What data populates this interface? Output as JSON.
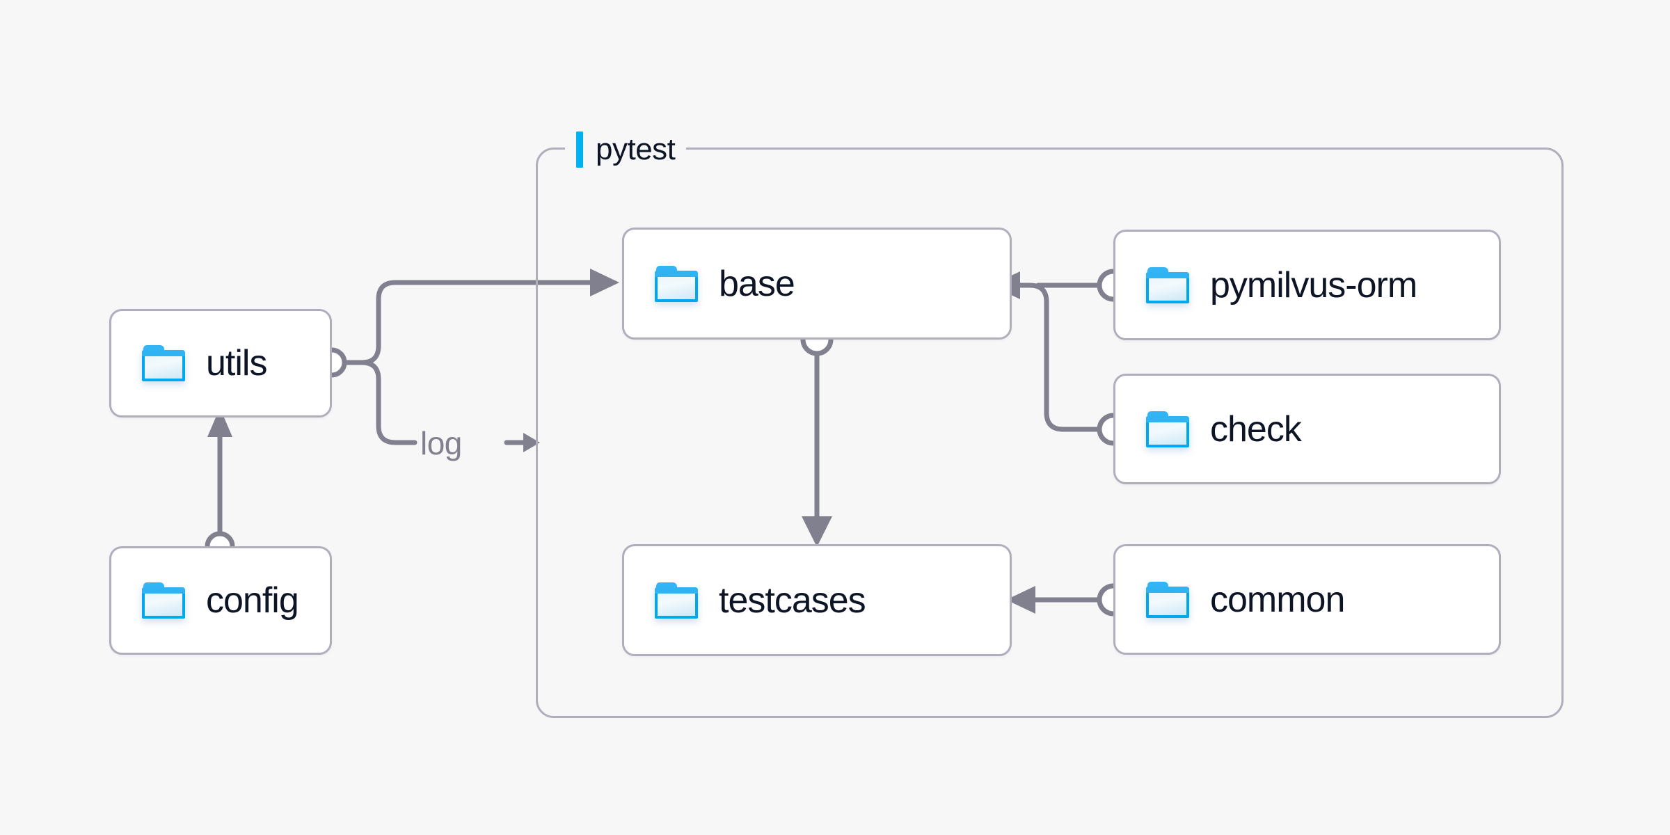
{
  "canvas": {
    "background_color": "#f7f7f8",
    "edge_color": "#80808f",
    "node_border_color": "#b0aebd",
    "node_fill_color": "#ffffff",
    "text_color": "#0d1426",
    "accent_color": "#00b2f0",
    "folder_icon_color": "#00a8f0"
  },
  "group": {
    "label": "pytest",
    "accent_bar": "accent-bar"
  },
  "nodes": [
    {
      "id": "utils",
      "label": "utils",
      "icon": "folder-icon"
    },
    {
      "id": "config",
      "label": "config",
      "icon": "folder-icon"
    },
    {
      "id": "base",
      "label": "base",
      "icon": "folder-icon"
    },
    {
      "id": "testcases",
      "label": "testcases",
      "icon": "folder-icon"
    },
    {
      "id": "pymilvus-orm",
      "label": "pymilvus-orm",
      "icon": "folder-icon"
    },
    {
      "id": "check",
      "label": "check",
      "icon": "folder-icon"
    },
    {
      "id": "common",
      "label": "common",
      "icon": "folder-icon"
    }
  ],
  "edges": [
    {
      "id": "config-to-utils",
      "from": "config",
      "to": "utils",
      "label": ""
    },
    {
      "id": "utils-to-base",
      "from": "utils",
      "to": "base",
      "label": ""
    },
    {
      "id": "utils-log",
      "from": "utils",
      "to": "pytest",
      "label": "log"
    },
    {
      "id": "base-to-testcases",
      "from": "base",
      "to": "testcases",
      "label": ""
    },
    {
      "id": "pymilvus-orm-to-base",
      "from": "pymilvus-orm",
      "to": "base",
      "label": ""
    },
    {
      "id": "check-to-base",
      "from": "check",
      "to": "base",
      "label": ""
    },
    {
      "id": "common-to-testcases",
      "from": "common",
      "to": "testcases",
      "label": ""
    }
  ]
}
